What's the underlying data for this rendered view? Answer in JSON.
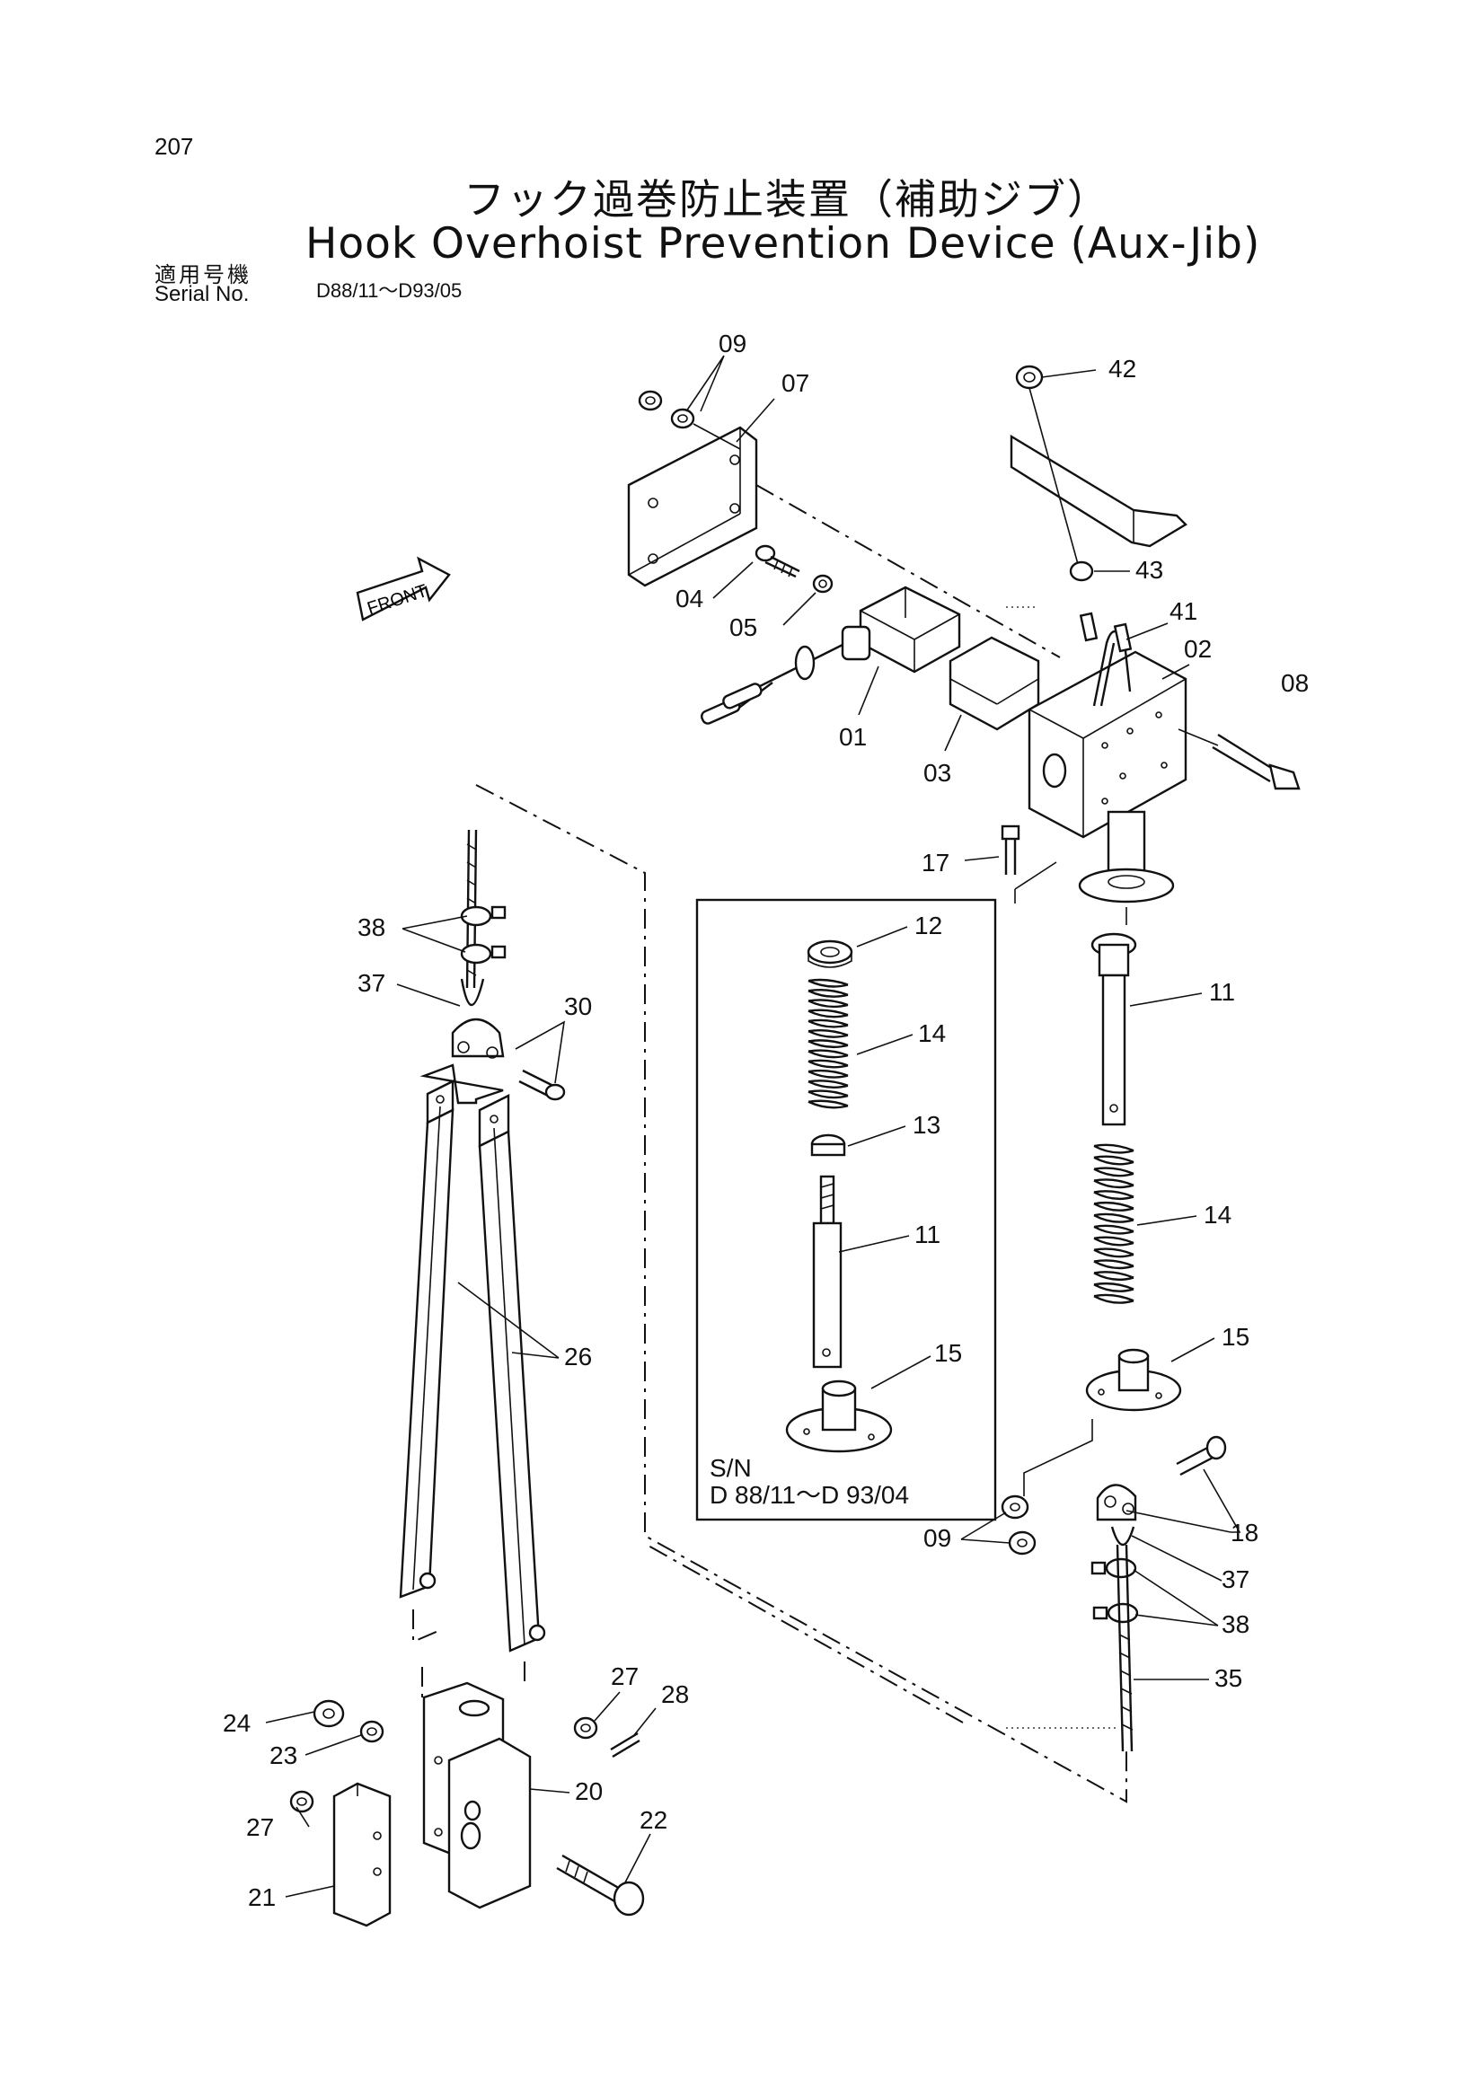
{
  "page_number": "207",
  "title_jp": "フック過巻防止装置（補助ジブ）",
  "title_en": "Hook Overhoist Prevention Device (Aux-Jib)",
  "serial_label_jp": "適用号機",
  "serial_label_en": "Serial No.",
  "serial_range": "D88/11～D93/05",
  "front_label": "FRONT",
  "inset_label_sn": "S/N",
  "inset_range": "D 88/11～D 93/04",
  "parts": {
    "p09a": "09",
    "p07": "07",
    "p42": "42",
    "p43": "43",
    "p41": "41",
    "p04": "04",
    "p05": "05",
    "p02": "02",
    "p08": "08",
    "p01": "01",
    "p03": "03",
    "p17": "17",
    "p12": "12",
    "p14a": "14",
    "p13": "13",
    "p11a": "11",
    "p15a": "15",
    "p11b": "11",
    "p14b": "14",
    "p15b": "15",
    "p38a": "38",
    "p37a": "37",
    "p30": "30",
    "p26": "26",
    "p09b": "09",
    "p18": "18",
    "p37b": "37",
    "p38b": "38",
    "p35": "35",
    "p27a": "27",
    "p28": "28",
    "p24": "24",
    "p23": "23",
    "p20": "20",
    "p27b": "27",
    "p22": "22",
    "p21": "21"
  }
}
